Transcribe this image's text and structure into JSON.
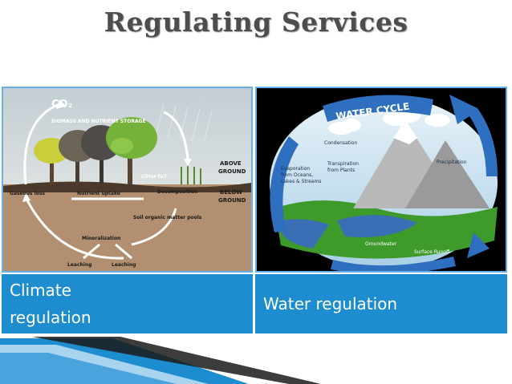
{
  "slide": {
    "title": "Regulating Services"
  },
  "panels": [
    {
      "caption": "Climate regulation",
      "diagram": {
        "co2_label": "CO₂",
        "storage_label": "BIOMASS AND NUTRIENT STORAGE",
        "litter_label": "Litter fall",
        "above_ground": [
          "ABOVE",
          "GROUND"
        ],
        "below_ground": [
          "BELOW",
          "GROUND"
        ],
        "gaseous_loss": "Gaseous loss",
        "nutrient_uptake": "Nutrient uptake",
        "decomposition": "Decomposition",
        "soil_pools": "Soil organic matter pools",
        "mineralization": "Mineralization",
        "leaching_left": "Leaching",
        "leaching_right": "Leaching"
      }
    },
    {
      "caption": "Water regulation",
      "diagram": {
        "banner": "WATER CYCLE",
        "condensation": "Condensation",
        "precipitation": "Precipitation",
        "evaporation": [
          "Evaporation",
          "from Oceans,",
          "Lakes & Streams"
        ],
        "transpiration": [
          "Transpiration",
          "from Plants"
        ],
        "groundwater": "Groundwater",
        "surface_runoff": "Surface Runoff"
      }
    }
  ]
}
